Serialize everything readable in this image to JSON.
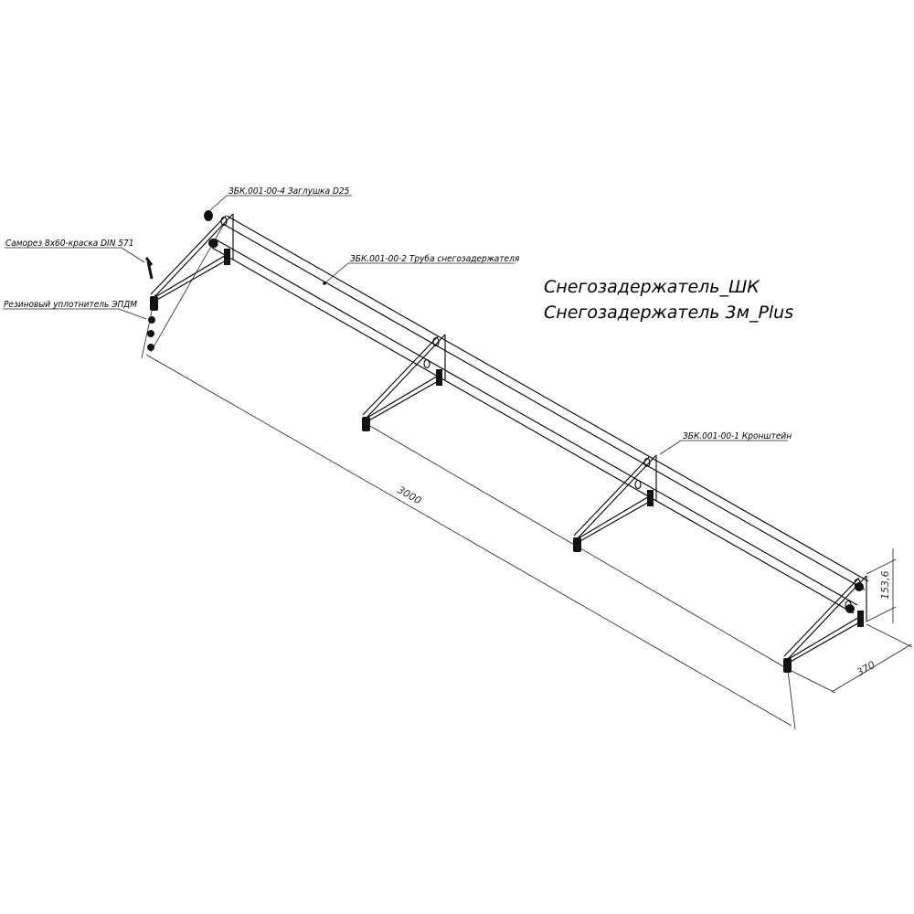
{
  "title": {
    "line1": "Снегозадержатель_ШК",
    "line2": "Снегозадержатель 3м_Plus"
  },
  "callouts": {
    "plug": "ЗБК.001-00-4 Заглушка D25",
    "screw": "Саморез 8х60-краска DIN 571",
    "tube": "ЗБК.001-00-2 Труба снегозадержателя",
    "seal": "Резиновый уплотнитель ЭПДМ",
    "bracket": "ЗБК.001-00-1 Кронштейн"
  },
  "dimensions": {
    "length": "3000",
    "depth": "370",
    "height": "153,6"
  }
}
